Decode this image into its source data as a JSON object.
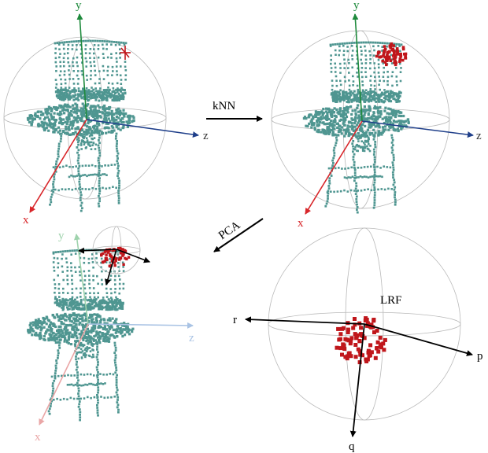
{
  "labels": {
    "knn": "kNN",
    "pca": "PCA",
    "lrf": "LRF",
    "axis_y": "y",
    "axis_z": "z",
    "axis_x": "x",
    "axis_r": "r",
    "axis_p": "p",
    "axis_q": "q"
  },
  "colors": {
    "point_cloud": "#4f9691",
    "neighborhood": "#c0161b",
    "keypoint": "#c0161b",
    "axis_y": "#1e8a3c",
    "axis_z": "#1f3f8a",
    "axis_x": "#d8262a",
    "axis_y_faded": "#9fd3ad",
    "axis_z_faded": "#a9c3e4",
    "axis_x_faded": "#eaa6a6",
    "sphere": "#b9b9b9",
    "arrow": "#000000"
  }
}
